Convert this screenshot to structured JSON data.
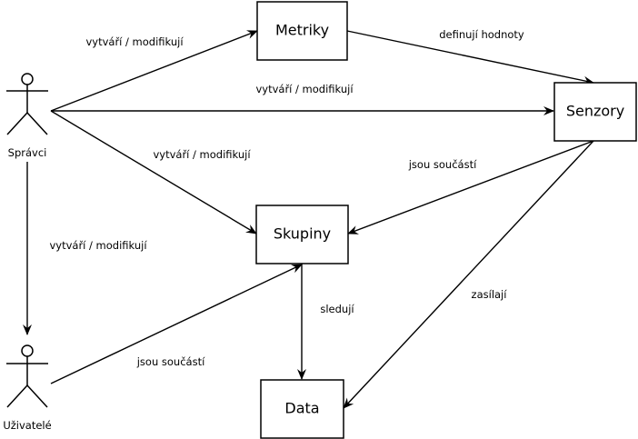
{
  "nodes": {
    "metriky": "Metriky",
    "senzory": "Senzory",
    "skupiny": "Skupiny",
    "data": "Data"
  },
  "actors": {
    "spravci": "Správci",
    "uzivatele": "Uživatelé"
  },
  "edges": {
    "spravci_metriky": "vytváří / modifikují",
    "spravci_senzory": "vytváří / modifikují",
    "spravci_skupiny": "vytváří / modifikují",
    "spravci_uzivatele": "vytváří / modifikují",
    "metriky_senzory": "definují hodnoty",
    "senzory_skupiny": "jsou součástí",
    "senzory_data": "zasílají",
    "skupiny_data": "sledují",
    "uzivatele_skupiny": "jsou součástí"
  }
}
